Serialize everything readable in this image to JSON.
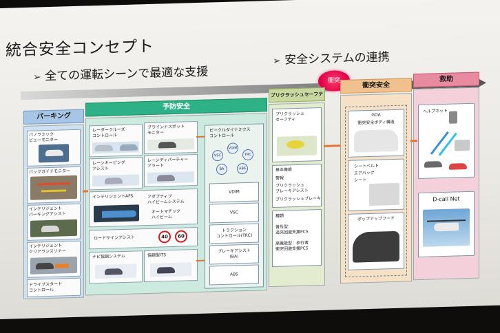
{
  "slide": {
    "title": "統合安全コンセプト",
    "subtitle_left": "全ての運転シーンで最適な支援",
    "subtitle_right": "安全システムの連携",
    "bullet_glyph": "➢"
  },
  "timeline": {
    "burst_label": "衝突"
  },
  "phases": {
    "parking": "パーキング",
    "preventive": "予防安全",
    "precrash": "プリクラッシュセーフティ",
    "collision": "衝突安全",
    "rescue": "救助"
  },
  "parking": {
    "items": [
      "パノラミック\nビューモニター",
      "バックガイドモニター",
      "インテリジェント\nパーキングアシスト",
      "インテリジェント\nクリアランスソナー",
      "ドライブスタート\nコントロール"
    ]
  },
  "preventive": {
    "radar_cruise": "レーダークルーズ\nコントロール",
    "blind_spot": "ブラインドスポット\nモニター",
    "lane_keeping": "レーンキーピング\nアシスト",
    "lane_departure": "レーンディパーチャー\nアラート",
    "afs": "インテリジェントAFS",
    "adaptive_hb": "アダプティブ\nハイビームシステム",
    "auto_hb": "オートマチック\nハイビーム",
    "road_sign": "ロードサインアシスト",
    "sign_40": "40",
    "sign_60": "60",
    "navi": "ナビ協調システム",
    "its": "協調型ITS",
    "vdc_title": "ビークルダイナミクス\nコントロール",
    "rings": [
      "VDIM",
      "VSC",
      "TRC",
      "BA",
      "ABS"
    ],
    "vdc_items": [
      "VDIM",
      "VSC",
      "トラクション\nコントロール(TRC)",
      "ブレーキアシスト\n(BA)",
      "ABS"
    ]
  },
  "precrash": {
    "pcs": "プリクラッシュ\nセーフティ",
    "basic": "基本機能",
    "warn": "警報",
    "brake_assist": "プリクラッシュ\nブレーキアシスト",
    "brake": "プリクラッシュブレーキ",
    "types": "種類",
    "popular": "普及型：\n追突回避支援PCS",
    "advanced": "高機能型：歩行者\n衝突回避支援PCS"
  },
  "collision": {
    "goa": "GOA",
    "body": "衝突安全ボディ構造",
    "seat": "シートベルト\nエアバッグ\nシート",
    "hood": "ポップアップフード"
  },
  "rescue": {
    "helpnet": "ヘルプネット",
    "dcall": "D-call Net"
  },
  "colors": {
    "parking": "#a7c6e6",
    "preventive": "#2fb187",
    "precrash": "#c8d8a0",
    "collision": "#f0c08e",
    "rescue": "#e88aa0",
    "connector": "#e2762f",
    "burst": "#e0004a"
  }
}
